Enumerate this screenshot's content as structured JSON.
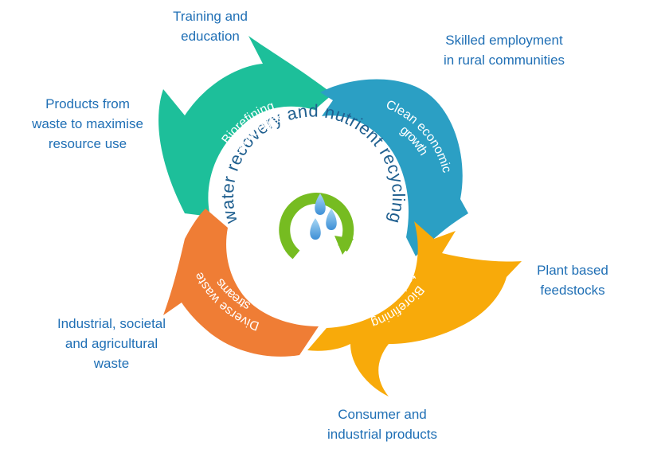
{
  "center": {
    "ring_text": "water recovery and nutrient recycling"
  },
  "segments": [
    {
      "key": "biorefining-top",
      "lines": [
        "Biorefining",
        "technologies"
      ],
      "color": "#1dbf9a"
    },
    {
      "key": "clean-growth",
      "lines": [
        "Clean economic",
        "growth"
      ],
      "color": "#2b9fc4"
    },
    {
      "key": "biorefining-bottom",
      "lines": [
        "Biorefining",
        "technologies"
      ],
      "color": "#f8aa0a"
    },
    {
      "key": "diverse-waste",
      "lines": [
        "Diverse waste",
        "streams"
      ],
      "color": "#ef7d35"
    }
  ],
  "outer_labels": [
    {
      "key": "training",
      "text": "Training and\neducation"
    },
    {
      "key": "employment",
      "text": "Skilled   employment\nin rural communities"
    },
    {
      "key": "products-waste",
      "text": "Products from\nwaste to maximise\nresource use"
    },
    {
      "key": "plant",
      "text": "Plant based\nfeedstocks"
    },
    {
      "key": "industrial",
      "text": "Industrial, societal\nand agricultural\nwaste"
    },
    {
      "key": "consumer",
      "text": "Consumer and\nindustrial products"
    }
  ],
  "colors": {
    "label_text": "#1f6fb5",
    "ring_text": "#1f5f8f",
    "recycle_arrow": "#76bc21",
    "water_drop": "#5aa9e6"
  },
  "icons": [
    "recycle-arrow-icon",
    "water-drop-icon"
  ]
}
